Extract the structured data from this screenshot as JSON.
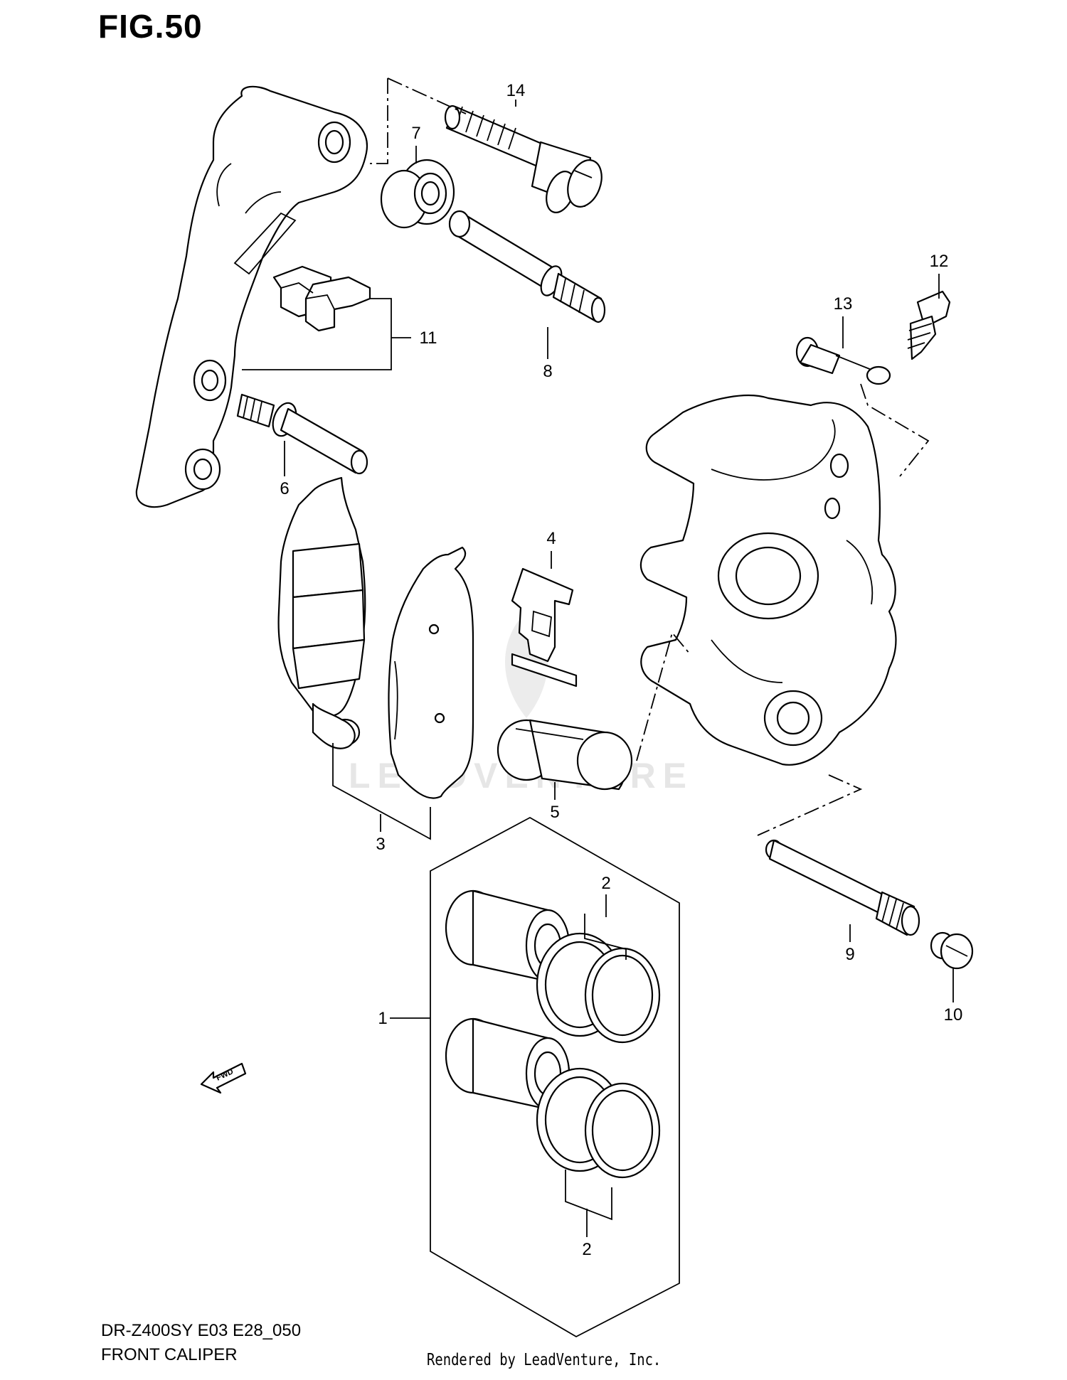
{
  "figure": {
    "title": "FIG.50"
  },
  "footer": {
    "model_code": "DR-Z400SY E03 E28_050",
    "part_name": "FRONT CALIPER",
    "rendered_by": "Rendered by LeadVenture, Inc."
  },
  "watermark": "LEADVENTURE",
  "fwd_label": "FWD",
  "callouts": {
    "c1": "1",
    "c2a": "2",
    "c2b": "2",
    "c3": "3",
    "c4": "4",
    "c5": "5",
    "c6": "6",
    "c7": "7",
    "c8": "8",
    "c9": "9",
    "c10": "10",
    "c11": "11",
    "c12": "12",
    "c13": "13",
    "c14": "14"
  }
}
